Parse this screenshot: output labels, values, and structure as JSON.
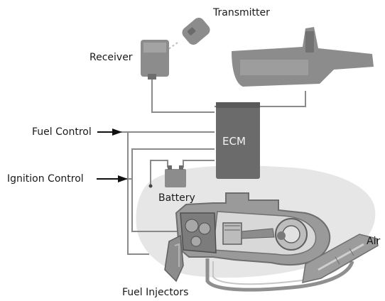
{
  "labels": {
    "transmitter": "Transmitter",
    "receiver": "Receiver",
    "fuel_control": "Fuel Control",
    "ecm": "ECM",
    "ignition_control": "Ignition Control",
    "battery": "Battery",
    "air": "Air",
    "fuel_injectors": "Fuel Injectors"
  },
  "colors": {
    "background": "#ffffff",
    "engine_shade": "#e6e6e6",
    "component": "#8c8c8c",
    "component_dark": "#5a5a5a",
    "ecm": "#6b6b6b",
    "wire": "#8a8a8a",
    "arrow": "#111111",
    "text": "#1a1a1a"
  }
}
